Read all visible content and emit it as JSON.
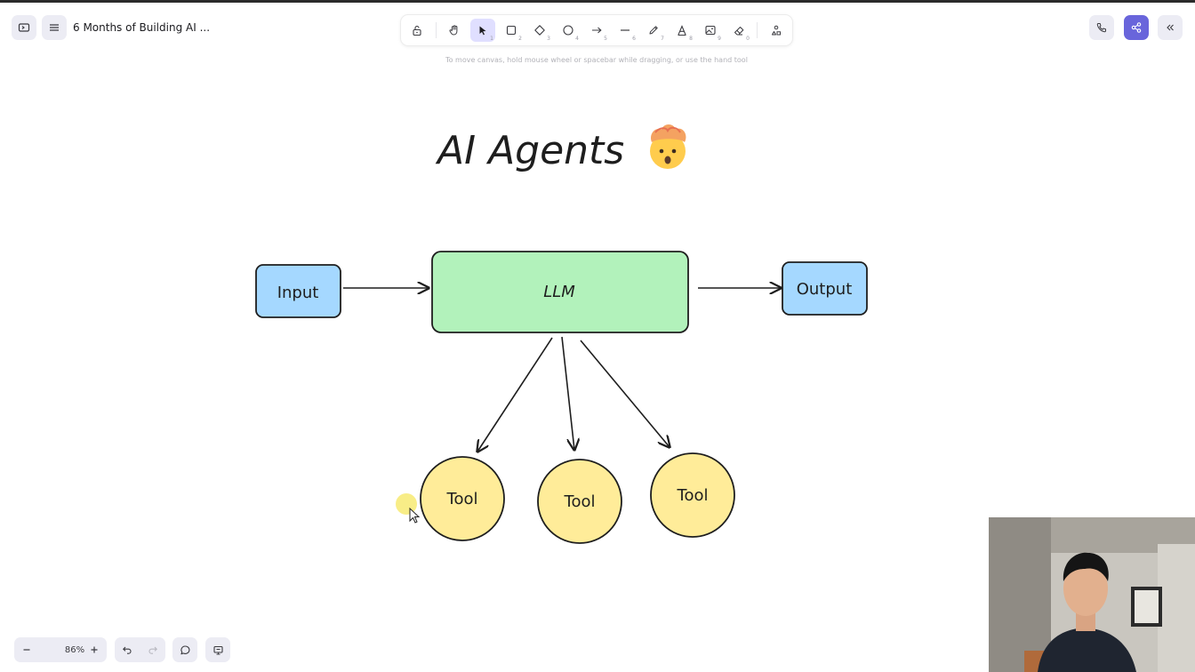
{
  "app": {
    "document_title": "6 Months of Building AI ..."
  },
  "toolbar": {
    "tools": [
      {
        "name": "lock",
        "shortcut": ""
      },
      {
        "name": "hand",
        "shortcut": ""
      },
      {
        "name": "selection",
        "shortcut": "1"
      },
      {
        "name": "rectangle",
        "shortcut": "2"
      },
      {
        "name": "diamond",
        "shortcut": "3"
      },
      {
        "name": "ellipse",
        "shortcut": "4"
      },
      {
        "name": "arrow",
        "shortcut": "5"
      },
      {
        "name": "line",
        "shortcut": "6"
      },
      {
        "name": "draw",
        "shortcut": "7"
      },
      {
        "name": "text",
        "shortcut": "8"
      },
      {
        "name": "image",
        "shortcut": "9"
      },
      {
        "name": "eraser",
        "shortcut": "0"
      },
      {
        "name": "more-tools",
        "shortcut": ""
      }
    ],
    "active_tool": "selection",
    "hint": "To move canvas, hold mouse wheel or spacebar while dragging, or use the hand tool"
  },
  "footer": {
    "zoom": "86%"
  },
  "canvas": {
    "title": "AI Agents",
    "nodes": {
      "input": "Input",
      "llm": "LLM",
      "output": "Output",
      "tool_1": "Tool",
      "tool_2": "Tool",
      "tool_3": "Tool"
    }
  },
  "colors": {
    "accent": "#6965db",
    "selected_tool_bg": "#e0dfff",
    "button_bg": "#ececf4",
    "box_blue": "#a5d8ff",
    "box_green": "#b2f2bb",
    "circle_yellow": "#ffec99",
    "stroke": "#1e1e1e",
    "laser_pointer": "#f7eb7a"
  }
}
